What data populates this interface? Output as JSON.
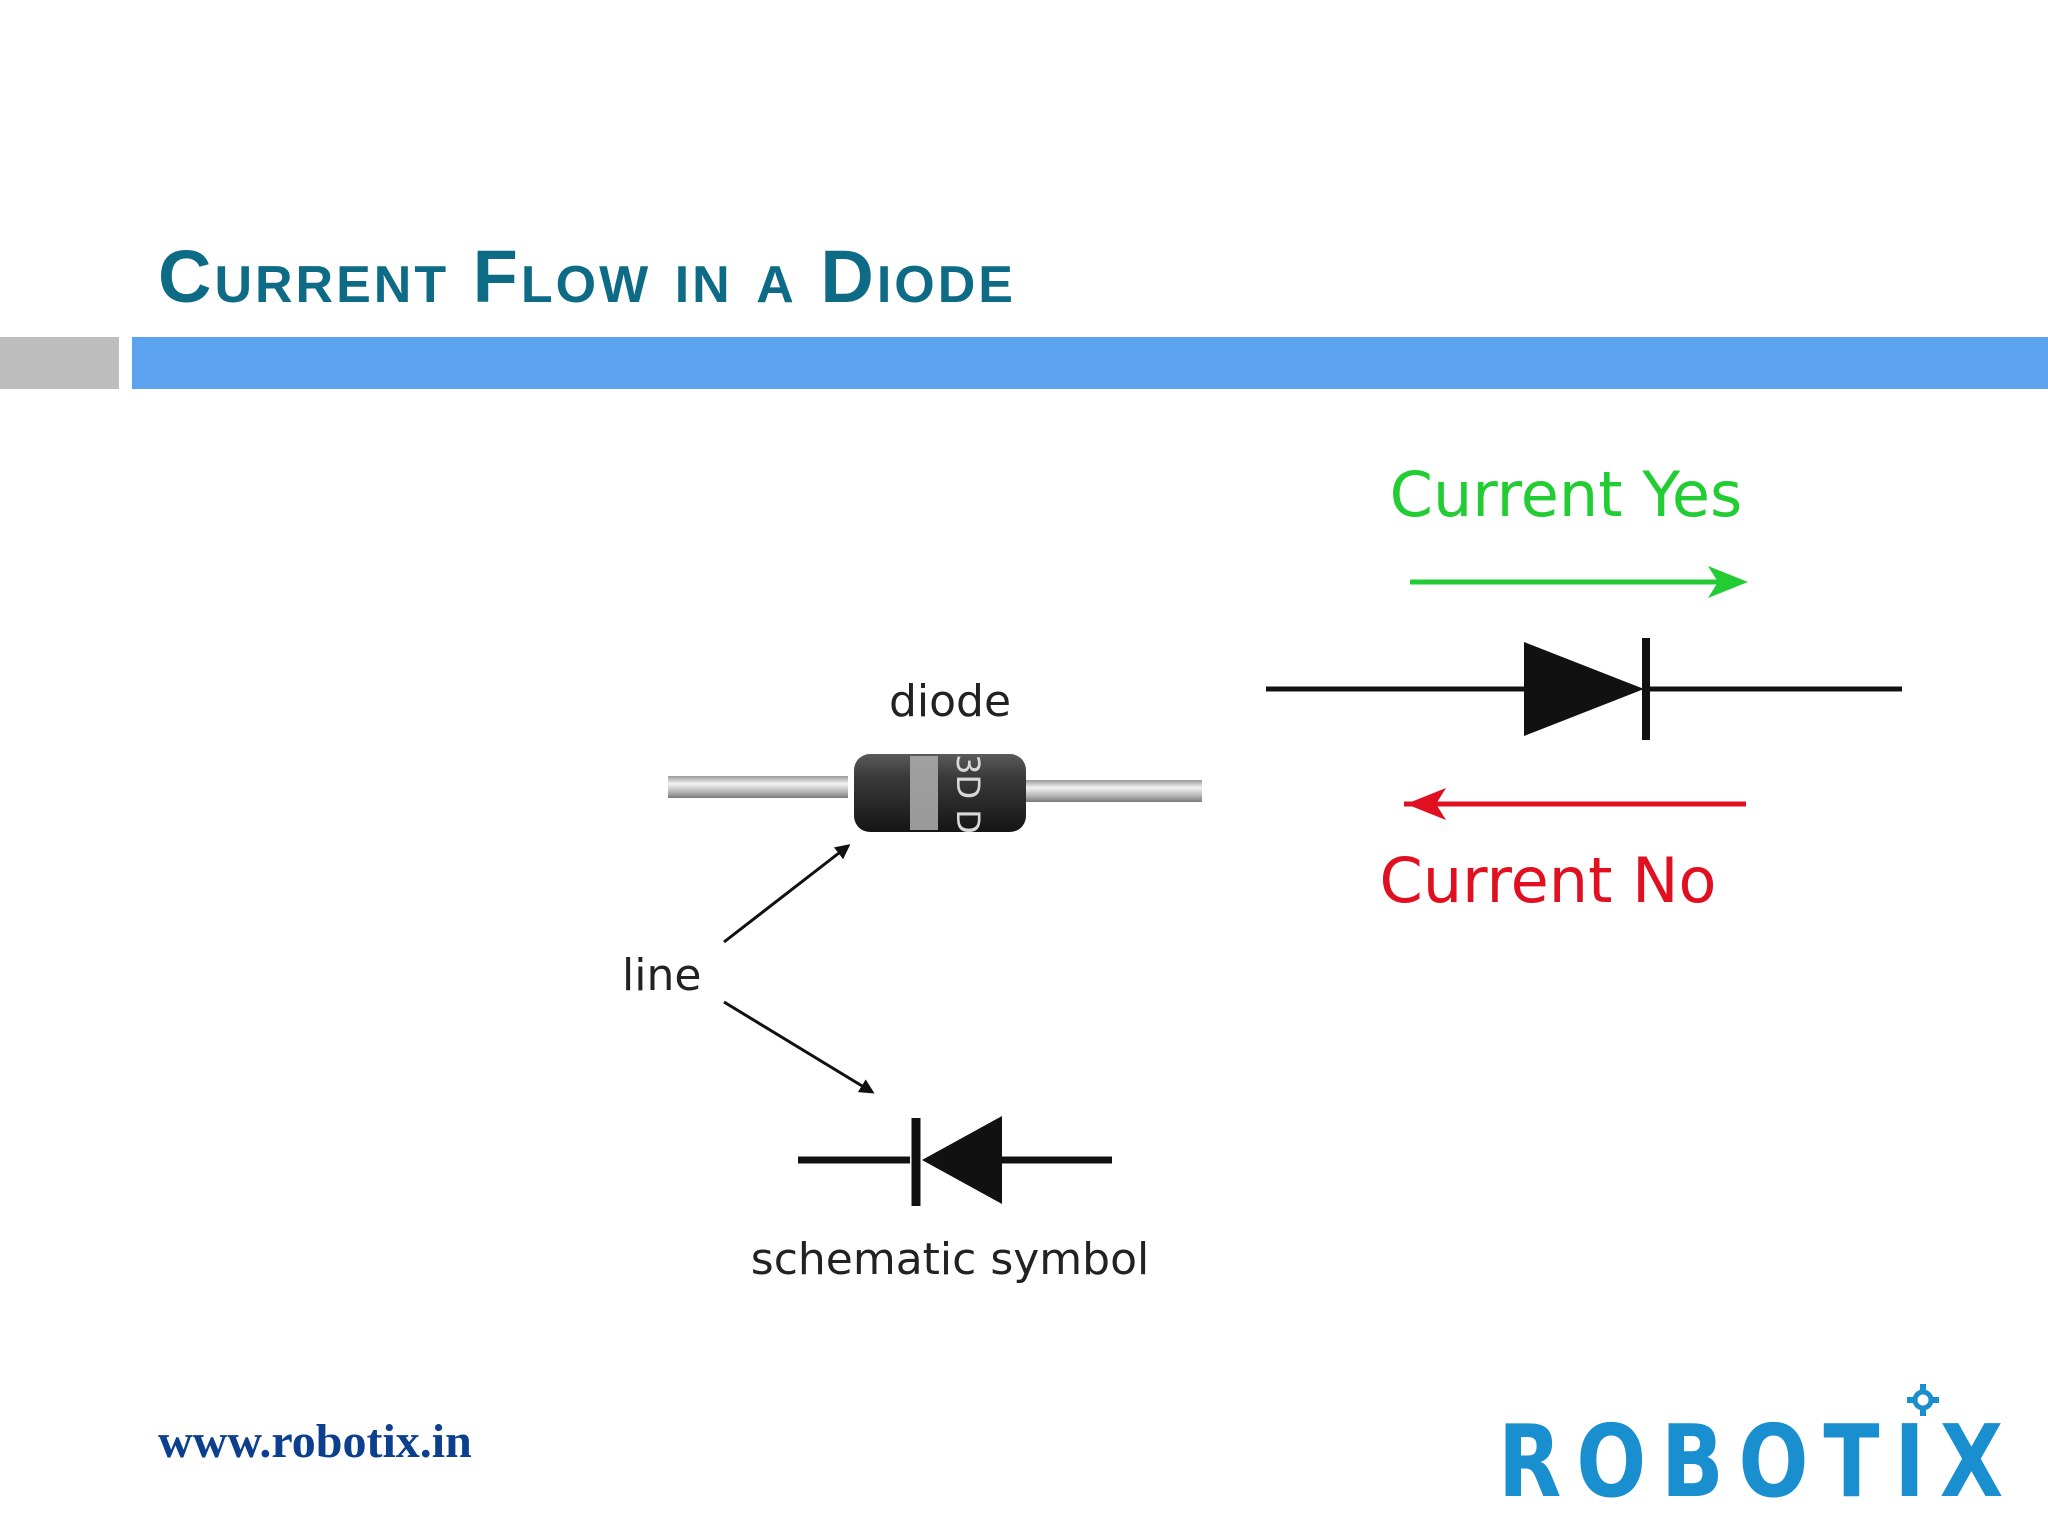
{
  "slide": {
    "title": "Current Flow in a Diode"
  },
  "diagram_left": {
    "diode_label": "diode",
    "diode_body_marking": "3D D",
    "line_label": "line",
    "symbol_label": "schematic symbol"
  },
  "diagram_right": {
    "forward_label": "Current Yes",
    "reverse_label": "Current No",
    "forward_color": "#22cc33",
    "reverse_color": "#e01020"
  },
  "footer": {
    "url": "www.robotix.in"
  },
  "logo": {
    "brand_text": "ROBOTIX",
    "brand_color": "#1a8fd0"
  },
  "colors": {
    "title": "#0e6b85",
    "accent_bar": "#5ba3ee",
    "gray_bar": "#bdbdbd"
  }
}
